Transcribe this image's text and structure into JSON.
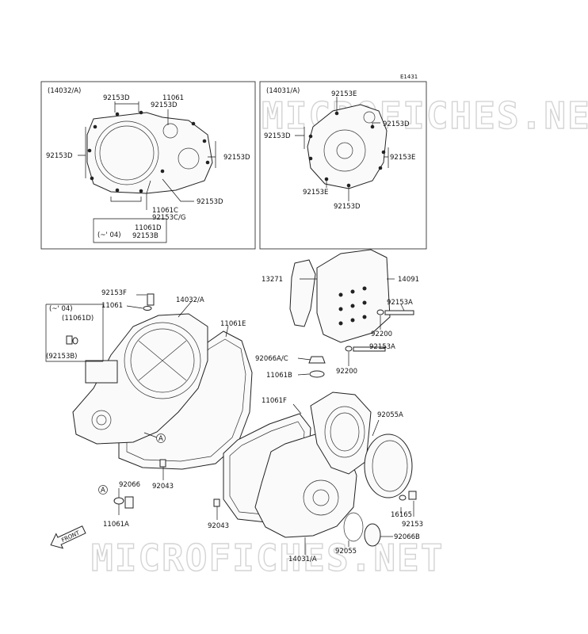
{
  "diagram": {
    "ref_code": "E1431",
    "watermark": "MICROFICHES.NET",
    "front_label": "FRONT",
    "inset_left": {
      "title": "(14032/A)",
      "labels": [
        "92153D",
        "11061",
        "92153D",
        "92153D",
        "92153D",
        "92153D",
        "11061C",
        "92153C/G",
        "11061D",
        "(~' 04)",
        "92153B"
      ]
    },
    "inset_right": {
      "title": "(14031/A)",
      "labels": [
        "92153E",
        "92153D",
        "92153D",
        "92153E",
        "92153E",
        "92153D"
      ]
    },
    "main_labels": {
      "p92153F": "92153F",
      "p11061": "11061",
      "p14032A": "14032/A",
      "p11061E": "11061E",
      "side_box_1": "(~' 04)",
      "side_box_2": "(11061D)",
      "side_box_3": "(92153B)",
      "p13271": "13271",
      "p14091": "14091",
      "p92153A_1": "92153A",
      "p92200_1": "92200",
      "p92066AC": "92066A/C",
      "p92153A_2": "92153A",
      "p11061B": "11061B",
      "p92200_2": "92200",
      "p11061F": "11061F",
      "p92055A": "92055A",
      "callout_a_1": "A",
      "callout_a_2": "A",
      "p92066": "92066",
      "p92043_1": "92043",
      "p11061A": "11061A",
      "p92043_2": "92043",
      "p16165": "16165",
      "p92153": "92153",
      "p92066B": "92066B",
      "p92055": "92055",
      "p14031A": "14031/A"
    }
  }
}
